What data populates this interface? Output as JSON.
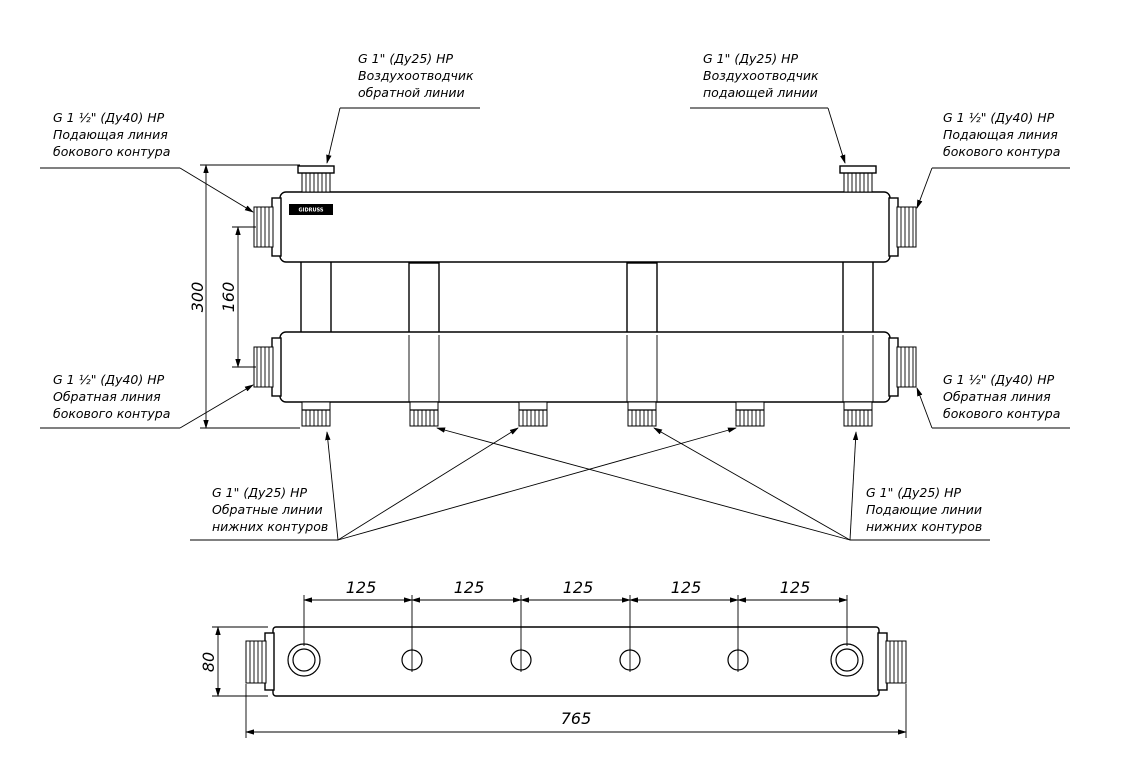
{
  "labels": {
    "air_return": [
      "G 1\" (Ду25) НР",
      "Воздухоотводчик",
      "обратной линии"
    ],
    "air_supply": [
      "G 1\" (Ду25) НР",
      "Воздухоотводчик",
      "подающей линии"
    ],
    "left_supply": [
      "G 1 ½\" (Ду40) НР",
      "Подающая линия",
      "бокового контура"
    ],
    "right_supply": [
      "G 1 ½\" (Ду40) НР",
      "Подающая линия",
      "бокового контура"
    ],
    "left_return": [
      "G 1 ½\" (Ду40) НР",
      "Обратная линия",
      "бокового контура"
    ],
    "right_return": [
      "G 1 ½\" (Ду40) НР",
      "Обратная линия",
      "бокового контура"
    ],
    "bottom_return": [
      "G 1\" (Ду25) НР",
      "Обратные линии",
      "нижних контуров"
    ],
    "bottom_supply": [
      "G 1\" (Ду25) НР",
      "Подающие линии",
      "нижних контуров"
    ]
  },
  "dimensions": {
    "height_total": "300",
    "header_spacing": "160",
    "pitch": [
      "125",
      "125",
      "125",
      "125",
      "125"
    ],
    "depth": "80",
    "length": "765"
  },
  "logo_text": "GIDRUSS"
}
